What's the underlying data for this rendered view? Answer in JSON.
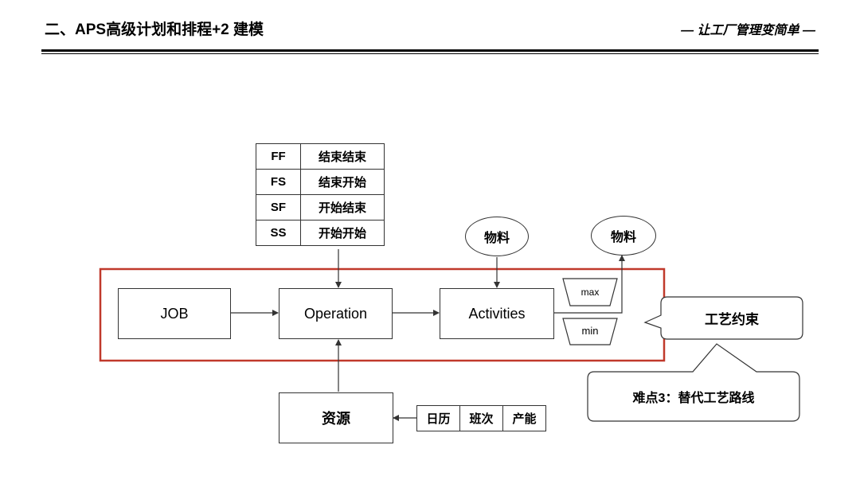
{
  "header": {
    "title": "二、APS高级计划和排程+2 建模",
    "slogan": "— 让工厂管理变简单 —"
  },
  "relations": [
    {
      "code": "FF",
      "desc": "结束结束"
    },
    {
      "code": "FS",
      "desc": "结束开始"
    },
    {
      "code": "SF",
      "desc": "开始结束"
    },
    {
      "code": "SS",
      "desc": "开始开始"
    }
  ],
  "nodes": {
    "job": "JOB",
    "operation": "Operation",
    "activities": "Activities",
    "resource": "资源"
  },
  "materials": {
    "input": "物料",
    "output": "物料"
  },
  "limits": {
    "max": "max",
    "min": "min"
  },
  "resource_attributes": [
    "日历",
    "班次",
    "产能"
  ],
  "callouts": {
    "constraint": "工艺约束",
    "difficulty": "难点3：替代工艺路线"
  },
  "colors": {
    "frame": "#c0392b",
    "line": "#333333"
  }
}
